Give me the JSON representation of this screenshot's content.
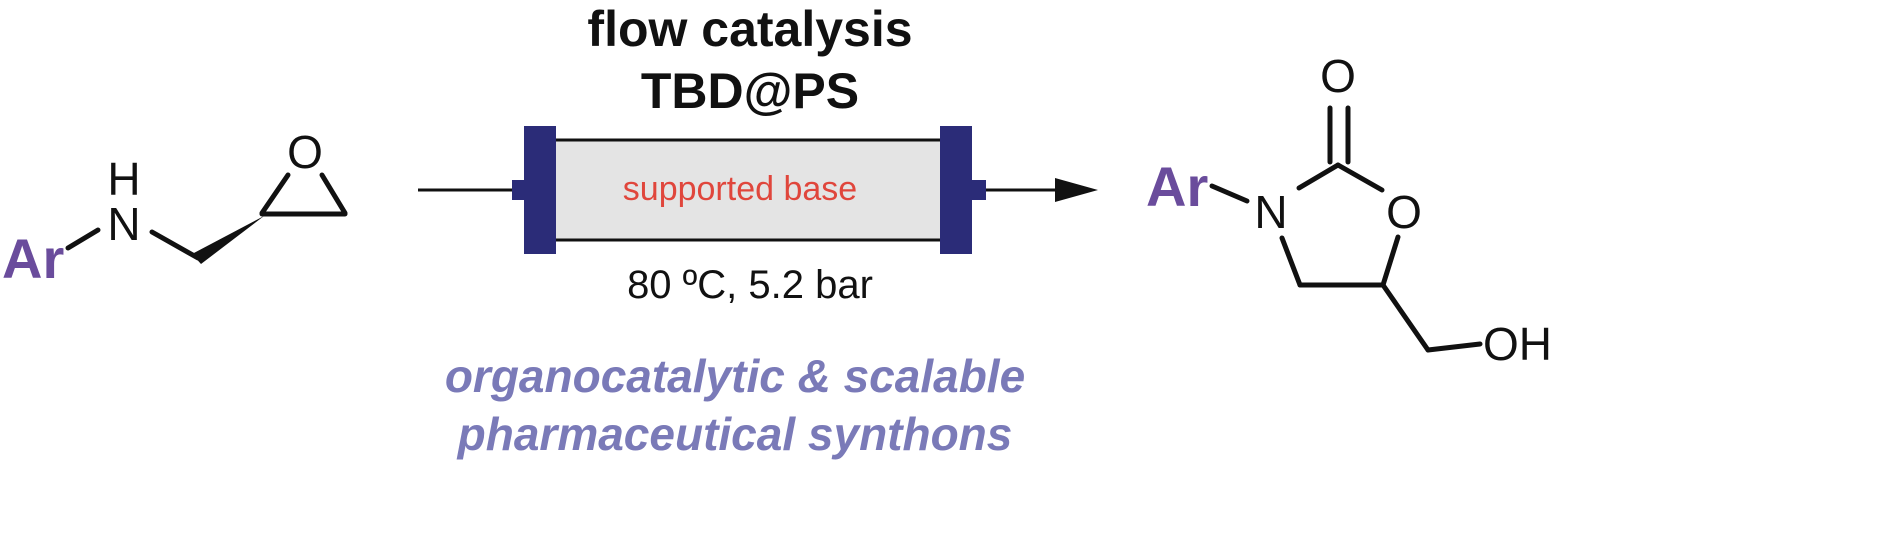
{
  "reaction": {
    "title_line1": "flow catalysis",
    "title_line2": "TBD@PS",
    "reactor_label": "supported base",
    "conditions": "80 ºC, 5.2 bar",
    "tagline_line1": "organocatalytic & scalable",
    "tagline_line2": "pharmaceutical synthons"
  },
  "reactant": {
    "aryl": "Ar",
    "nitrogen": "N",
    "hydrogen": "H",
    "epoxide_oxygen": "O"
  },
  "product": {
    "aryl": "Ar",
    "nitrogen": "N",
    "ring_oxygen": "O",
    "carbonyl_oxygen": "O",
    "hydroxyl": "OH"
  },
  "colors": {
    "aryl": "#6a4c9c",
    "reactor_label": "#e0463c",
    "reactor_caps": "#2b2c78",
    "reactor_fill": "#e4e4e4",
    "tagline": "#7a7ab8",
    "ink": "#111111"
  }
}
